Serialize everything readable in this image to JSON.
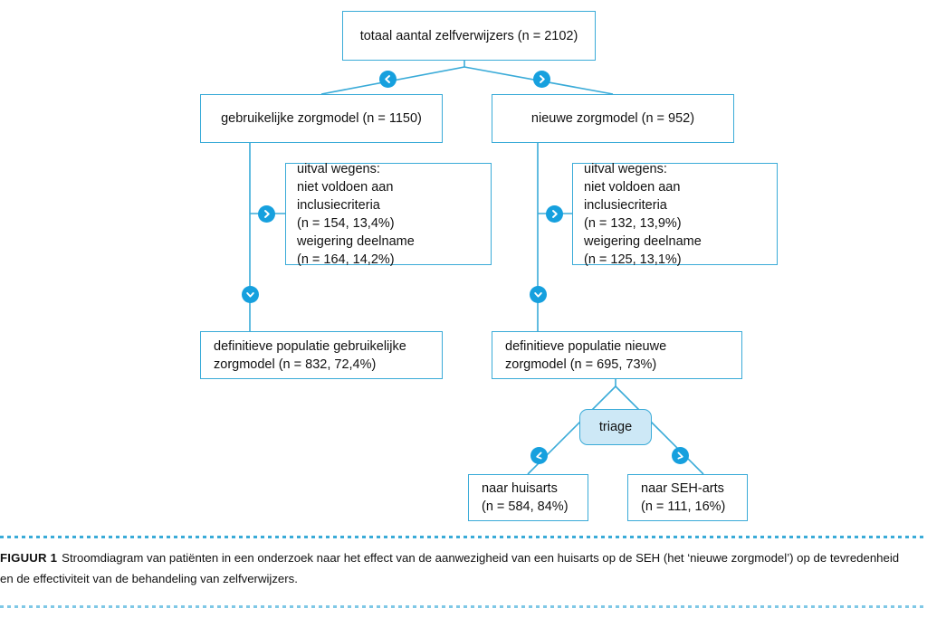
{
  "figure": {
    "caption_label": "FIGUUR 1",
    "caption_text": "Stroomdiagram van patiënten in een onderzoek naar het effect van de aanwezigheid van een huisarts op de SEH (het ‘nieuwe zorgmodel’) op de tevredenheid en de effectiviteit van de behandeling van zelfverwijzers."
  },
  "colors": {
    "box_border": "#3aabd8",
    "connector": "#3aabd8",
    "marker_fill": "#16a0de",
    "triage_fill": "#cde8f6",
    "divider": "#3aabd8",
    "text": "#111111",
    "background": "#ffffff"
  },
  "nodes": {
    "total": {
      "label": "totaal aantal zelfverwijzers (n = 2102)"
    },
    "usual_care": {
      "label": "gebruikelijke zorgmodel (n = 1150)"
    },
    "new_care": {
      "label": "nieuwe zorgmodel (n = 952)"
    },
    "dropout_usual": {
      "label": "uitval wegens:\n   niet voldoen aan inclusiecriteria\n   (n = 154, 13,4%)\n   weigering deelname\n   (n = 164, 14,2%)"
    },
    "dropout_new": {
      "label": "uitval wegens:\n   niet voldoen aan inclusiecriteria\n   (n = 132, 13,9%)\n   weigering deelname\n   (n = 125, 13,1%)"
    },
    "final_usual": {
      "label": "definitieve populatie gebruikelijke\nzorgmodel (n = 832, 72,4%)"
    },
    "final_new": {
      "label": "definitieve populatie nieuwe\nzorgmodel (n = 695, 73%)"
    },
    "triage": {
      "label": "triage"
    },
    "to_gp": {
      "label": "naar huisarts\n(n = 584, 84%)"
    },
    "to_ed": {
      "label": "naar SEH-arts\n(n = 111, 16%)"
    }
  },
  "markers": {
    "split_left": "chevron-left-icon",
    "split_right": "chevron-right-icon",
    "dropout_usual": "chevron-right-icon",
    "dropout_new": "chevron-right-icon",
    "down_usual": "chevron-down-icon",
    "down_new": "chevron-down-icon",
    "triage_left": "chevron-down-left-icon",
    "triage_right": "chevron-down-right-icon"
  },
  "chart_data": {
    "type": "diagram",
    "title": "Stroomdiagram zelfverwijzers",
    "flow": [
      {
        "id": "total",
        "label": "totaal aantal zelfverwijzers",
        "n": 2102,
        "children": [
          "usual_care",
          "new_care"
        ]
      },
      {
        "id": "usual_care",
        "label": "gebruikelijke zorgmodel",
        "n": 1150,
        "children": [
          "dropout_usual",
          "final_usual"
        ]
      },
      {
        "id": "new_care",
        "label": "nieuwe zorgmodel",
        "n": 952,
        "children": [
          "dropout_new",
          "final_new"
        ]
      },
      {
        "id": "dropout_usual",
        "label": "uitval wegens",
        "items": [
          {
            "reason": "niet voldoen aan inclusiecriteria",
            "n": 154,
            "pct": "13,4%"
          },
          {
            "reason": "weigering deelname",
            "n": 164,
            "pct": "14,2%"
          }
        ]
      },
      {
        "id": "dropout_new",
        "label": "uitval wegens",
        "items": [
          {
            "reason": "niet voldoen aan inclusiecriteria",
            "n": 132,
            "pct": "13,9%"
          },
          {
            "reason": "weigering deelname",
            "n": 125,
            "pct": "13,1%"
          }
        ]
      },
      {
        "id": "final_usual",
        "label": "definitieve populatie gebruikelijke zorgmodel",
        "n": 832,
        "pct": "72,4%"
      },
      {
        "id": "final_new",
        "label": "definitieve populatie nieuwe zorgmodel",
        "n": 695,
        "pct": "73%",
        "children": [
          "triage"
        ]
      },
      {
        "id": "triage",
        "label": "triage",
        "children": [
          "to_gp",
          "to_ed"
        ]
      },
      {
        "id": "to_gp",
        "label": "naar huisarts",
        "n": 584,
        "pct": "84%"
      },
      {
        "id": "to_ed",
        "label": "naar SEH-arts",
        "n": 111,
        "pct": "16%"
      }
    ]
  }
}
